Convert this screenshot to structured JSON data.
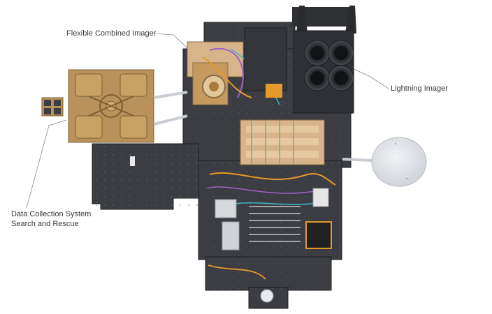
{
  "callouts": {
    "flexible_combined_imager": "Flexible Combined Imager",
    "lightning_imager": "Lightning Imager",
    "data_collection_line1": "Data Collection System",
    "data_collection_line2": "Search and Rescue"
  },
  "colors": {
    "panel": "#3b3d42",
    "panel_dark": "#2a2b2f",
    "gold": "#b8925a",
    "gold_light": "#d3ac6e",
    "wood": "#d8b48a",
    "harness_orange": "#e39a2a",
    "harness_cyan": "#3fb6c9",
    "harness_purple": "#a060c8",
    "disc": "#e6e8ec",
    "leader_line": "#8a8a8a",
    "label_text": "#3a3a3a"
  }
}
